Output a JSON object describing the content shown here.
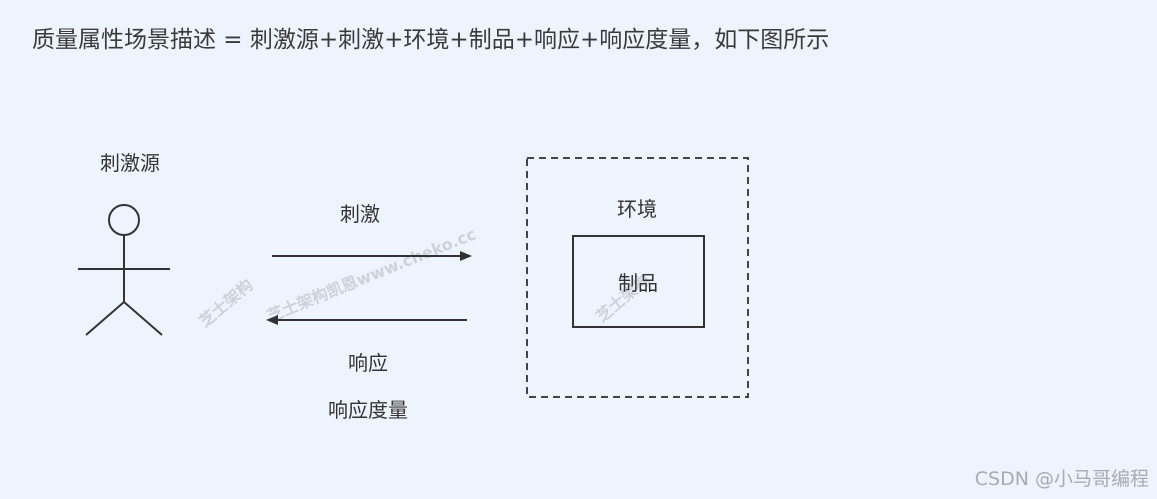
{
  "heading": "质量属性场景描述 = 刺激源+刺激+环境+制品+响应+响应度量，如下图所示",
  "diagram": {
    "actor_label": "刺激源",
    "stimulus_label": "刺激",
    "response_label": "响应",
    "response_measure_label": "响应度量",
    "environment_label": "环境",
    "artifact_label": "制品"
  },
  "watermarks": [
    "芝士架构",
    "芝士架构凯恩www.cheko.cc",
    "芝士架构"
  ],
  "credit": "CSDN @小马哥编程"
}
